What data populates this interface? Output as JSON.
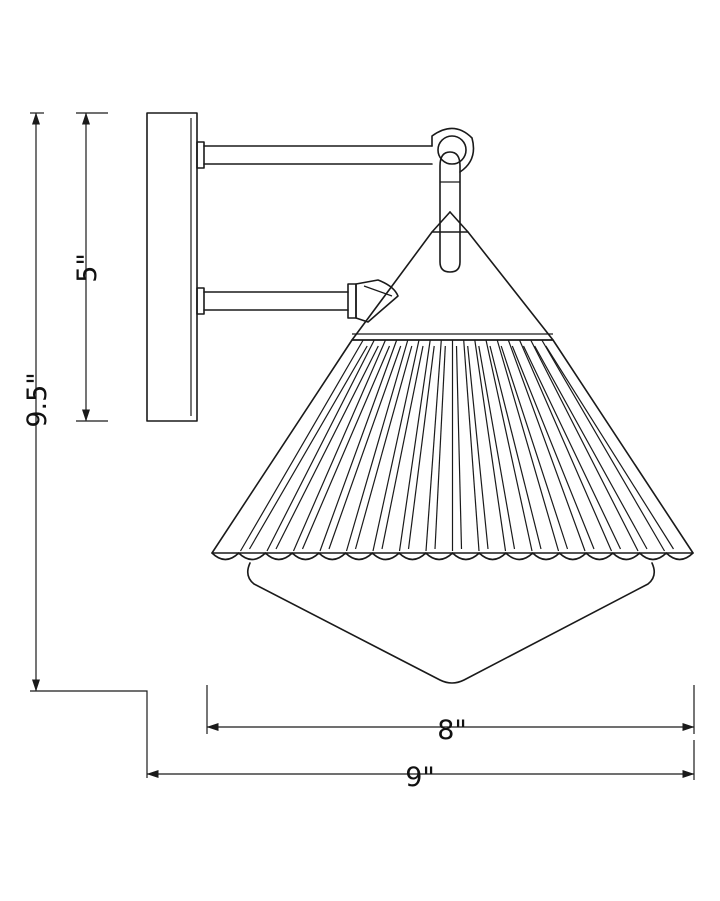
{
  "drawing": {
    "subject": "wall-sconce",
    "line_color": "#1a1a1a",
    "background": "#ffffff"
  },
  "dimensions": {
    "overall_height": "9.5\"",
    "backplate_height": "5\"",
    "shade_width": "8\"",
    "overall_extension": "9\""
  }
}
